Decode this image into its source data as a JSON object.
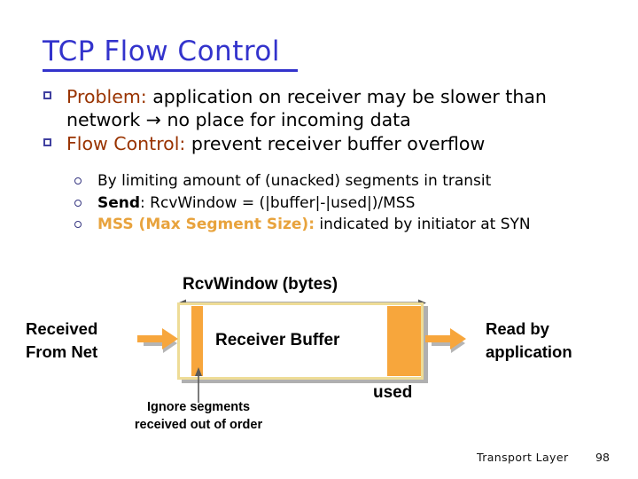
{
  "slide": {
    "title": "TCP Flow Control",
    "title_color": "#3333CC",
    "accent_red": "#993300",
    "accent_orange": "#E8A33D",
    "bullet_square_color": "#4040A0",
    "bullet_circle_color": "#353580"
  },
  "bullets": [
    {
      "marker": "square-bullet",
      "lead": "Problem:",
      "text": " application on receiver may be slower than network → no place for incoming data"
    },
    {
      "marker": "square-bullet",
      "lead": "Flow Control:",
      "text": " prevent receiver buffer overflow"
    }
  ],
  "subbullets": [
    {
      "marker": "circle-bullet",
      "lead": "",
      "lead_style": "plain",
      "text": "By limiting amount of (unacked) segments in transit"
    },
    {
      "marker": "circle-bullet",
      "lead": "Send",
      "lead_style": "bold",
      "text": ": RcvWindow = (|buffer|-|used|)/MSS"
    },
    {
      "marker": "circle-bullet",
      "lead": "MSS (Max Segment Size):",
      "lead_style": "orange",
      "text": " indicated by initiator at SYN"
    }
  ],
  "diagram": {
    "window_label": "RcvWindow (bytes)",
    "buffer_label": "Receiver Buffer",
    "left_label_line1": "Received",
    "left_label_line2": "From Net",
    "right_label_line1": "Read by",
    "right_label_line2": "application",
    "used_label": "used",
    "ignore_label_line1": "Ignore segments",
    "ignore_label_line2": "received out of order",
    "orange_fill": "#F7A63C",
    "box_border": "#EEDC96",
    "shadow_color": "#B0B0B0",
    "arrow_color": "#F7A63C",
    "measure_arrow_color": "#595959"
  },
  "footer": {
    "text": "Transport Layer",
    "page": "98"
  }
}
